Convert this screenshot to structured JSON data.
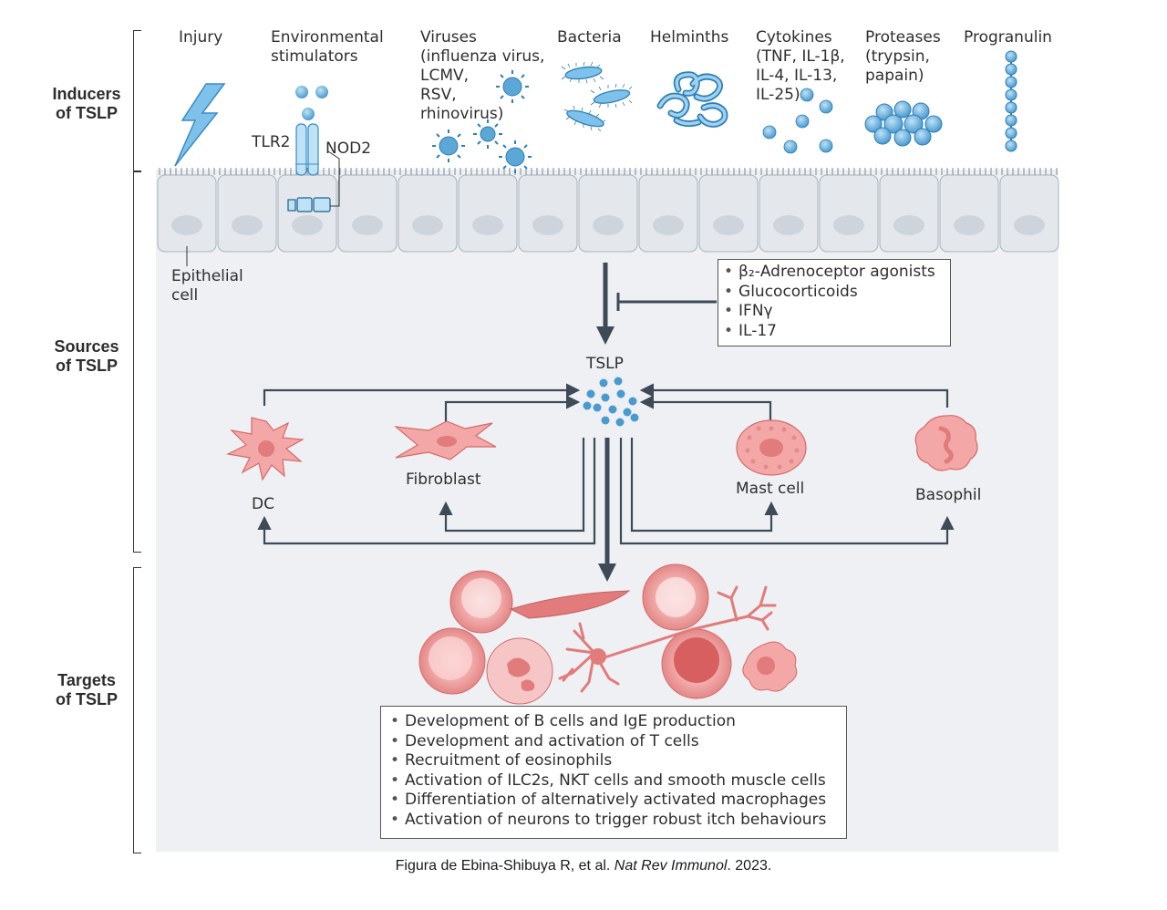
{
  "sections": {
    "inducers": "Inducers\nof TSLP",
    "sources": "Sources\nof TSLP",
    "targets": "Targets\nof TSLP"
  },
  "inducers": {
    "injury": "Injury",
    "environmental": "Environmental\nstimulators",
    "viruses": "Viruses\n(influenza virus,\nLCMV,\nRSV,\nrhinovirus)",
    "bacteria": "Bacteria",
    "helminths": "Helminths",
    "cytokines": "Cytokines\n(TNF, IL-1β,\nIL-4, IL-13,\nIL-25)",
    "proteases": "Proteases\n(trypsin,\npapain)",
    "progranulin": "Progranulin"
  },
  "receptors": {
    "tlr2": "TLR2",
    "nod2": "NOD2"
  },
  "epithelial_label": "Epithelial\ncell",
  "inhibitors": [
    "β₂-Adrenoceptor agonists",
    "Glucocorticoids",
    "IFNγ",
    "IL-17"
  ],
  "tslp_label": "TSLP",
  "source_cells": {
    "dc": "DC",
    "fibroblast": "Fibroblast",
    "mast": "Mast cell",
    "basophil": "Basophil"
  },
  "effects": [
    "Development of B cells and IgE production",
    "Development and activation of T cells",
    "Recruitment of eosinophils",
    "Activation of ILC2s, NKT cells and smooth muscle cells",
    "Differentiation of alternatively activated macrophages",
    "Activation of neurons to trigger robust itch behaviours"
  ],
  "caption": {
    "prefix": "Figura de Ebina-Shibuya R, et al. ",
    "journal": "Nat Rev Immunol",
    "suffix": ". 2023."
  },
  "colors": {
    "blue": "#5ba7d6",
    "pink": "#e98b8b",
    "arrow": "#3e4a57",
    "panel": "#eef0f3"
  }
}
